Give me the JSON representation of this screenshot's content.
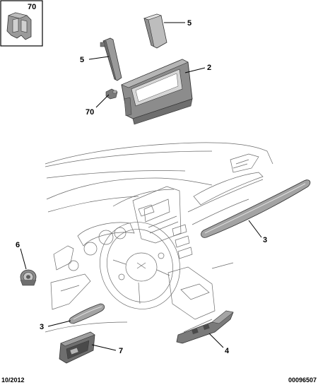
{
  "callouts": {
    "inset_70": "70",
    "top_5": "5",
    "left_5": "5",
    "bezel_2": "2",
    "clip_70": "70",
    "knob_6": "6",
    "strip_3_right": "3",
    "strip_3_left": "3",
    "bracket_4": "4",
    "glovebox_7": "7"
  },
  "footer": {
    "date": "10/2012",
    "reference": "00096507"
  },
  "colors": {
    "part_fill": "#8c8c8c",
    "part_light": "#c4c4c4",
    "part_dark": "#5a5a5a",
    "outline": "#6b6b6b"
  }
}
